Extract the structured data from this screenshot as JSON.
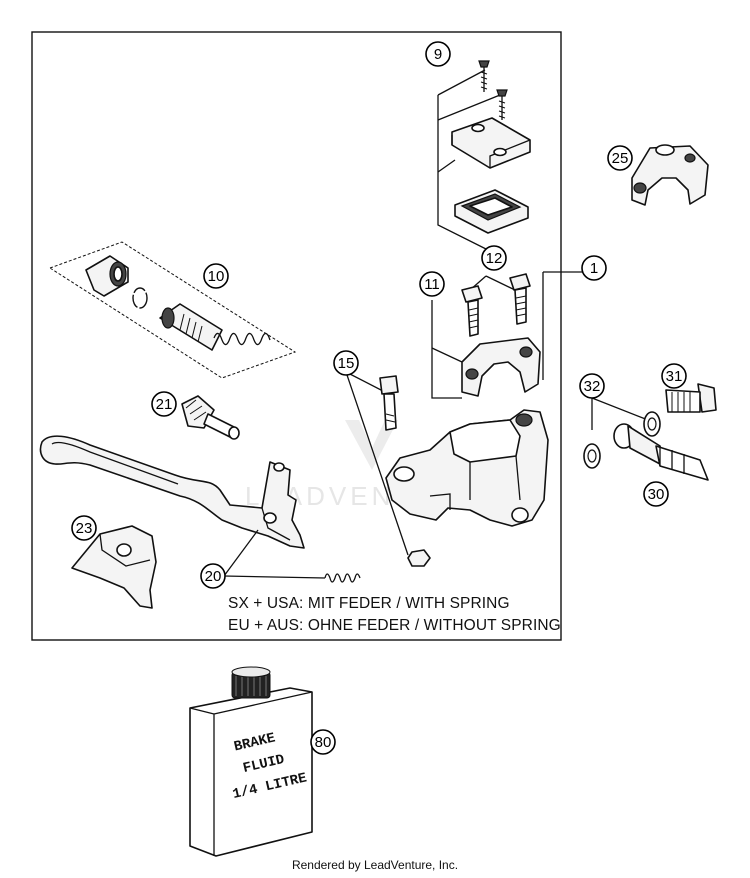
{
  "callouts": {
    "c1": "1",
    "c9": "9",
    "c10": "10",
    "c11": "11",
    "c12": "12",
    "c15": "15",
    "c20": "20",
    "c21": "21",
    "c23": "23",
    "c25": "25",
    "c30": "30",
    "c31": "31",
    "c32": "32",
    "c80": "80"
  },
  "notes": {
    "line1": "SX + USA:  MIT FEDER / WITH SPRING",
    "line2": "EU + AUS:  OHNE FEDER / WITHOUT SPRING"
  },
  "bottle": {
    "line1": "BRAKE",
    "line2": "FLUID",
    "line3": "1/4 LITRE"
  },
  "watermark": "LEADVENTURE",
  "footer": "Rendered by LeadVenture, Inc."
}
